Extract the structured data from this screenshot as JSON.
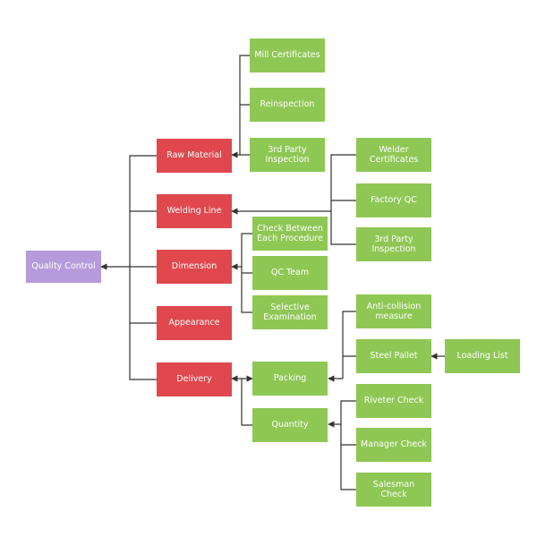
{
  "diagram": {
    "root": "Quality Control",
    "categories": {
      "raw_material": "Raw Material",
      "welding_line": "Welding Line",
      "dimension": "Dimension",
      "appearance": "Appearance",
      "delivery": "Delivery"
    },
    "raw_material_items": {
      "mill_certificates": "Mill Certificates",
      "reinspection": "Reinspection",
      "third_party_inspection": "3rd Party\nInspection"
    },
    "welding_line_items": {
      "welder_certificates": "Welder\nCertificates",
      "factory_qc": "Factory QC",
      "third_party_inspection": "3rd Party\nInspection"
    },
    "dimension_items": {
      "check_between": "Check Between\nEach Procedure",
      "qc_team": "QC Team",
      "selective_examination": "Selective\nExamination"
    },
    "delivery_items": {
      "packing": "Packing",
      "quantity": "Quantity"
    },
    "packing_items": {
      "anti_collision": "Anti-collision\nmeasure",
      "steel_pallet": "Steel Pallet"
    },
    "steel_pallet_items": {
      "loading_list": "Loading List"
    },
    "quantity_items": {
      "riveter_check": "Riveter Check",
      "manager_check": "Manager Check",
      "salesman_check": "Salesman Check"
    },
    "colors": {
      "root": "#b59bdc",
      "category": "#e0484e",
      "item": "#8fc754",
      "connector": "#333333",
      "text": "#ffffff"
    }
  }
}
